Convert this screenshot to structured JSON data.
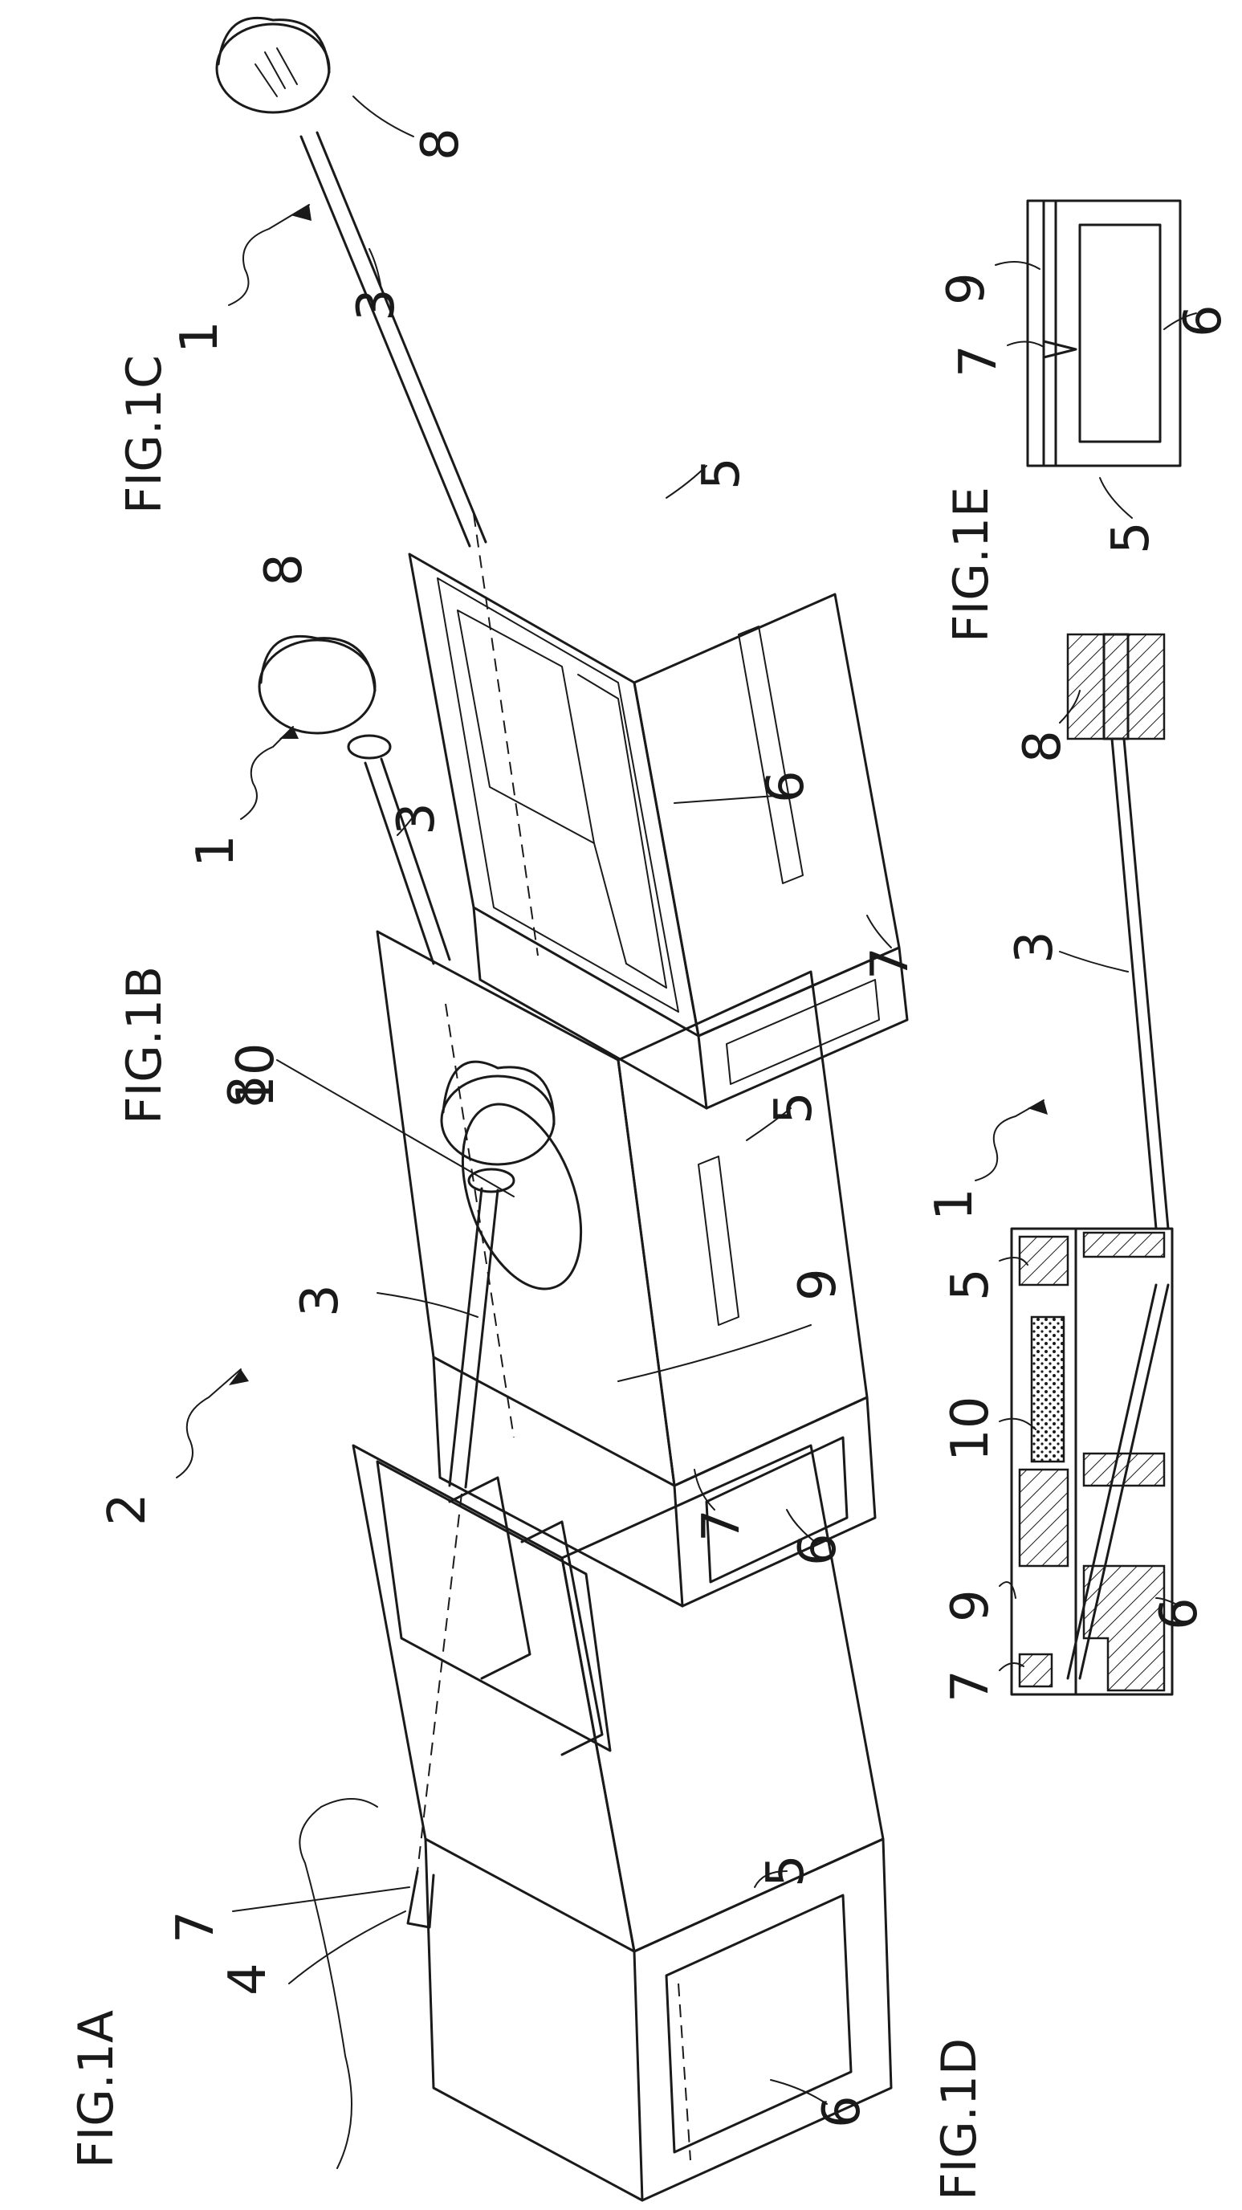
{
  "figures": {
    "fig_1a": "FIG.1A",
    "fig_1b": "FIG.1B",
    "fig_1c": "FIG.1C",
    "fig_1d": "FIG.1D",
    "fig_1e": "FIG.1E"
  },
  "refs": {
    "r1": "1",
    "r2": "2",
    "r3": "3",
    "r4": "4",
    "r5": "5",
    "r6": "6",
    "r7": "7",
    "r8": "8",
    "r9": "9",
    "r10": "10"
  },
  "colors": {
    "ink": "#1a1a1a",
    "paper": "#ffffff"
  }
}
